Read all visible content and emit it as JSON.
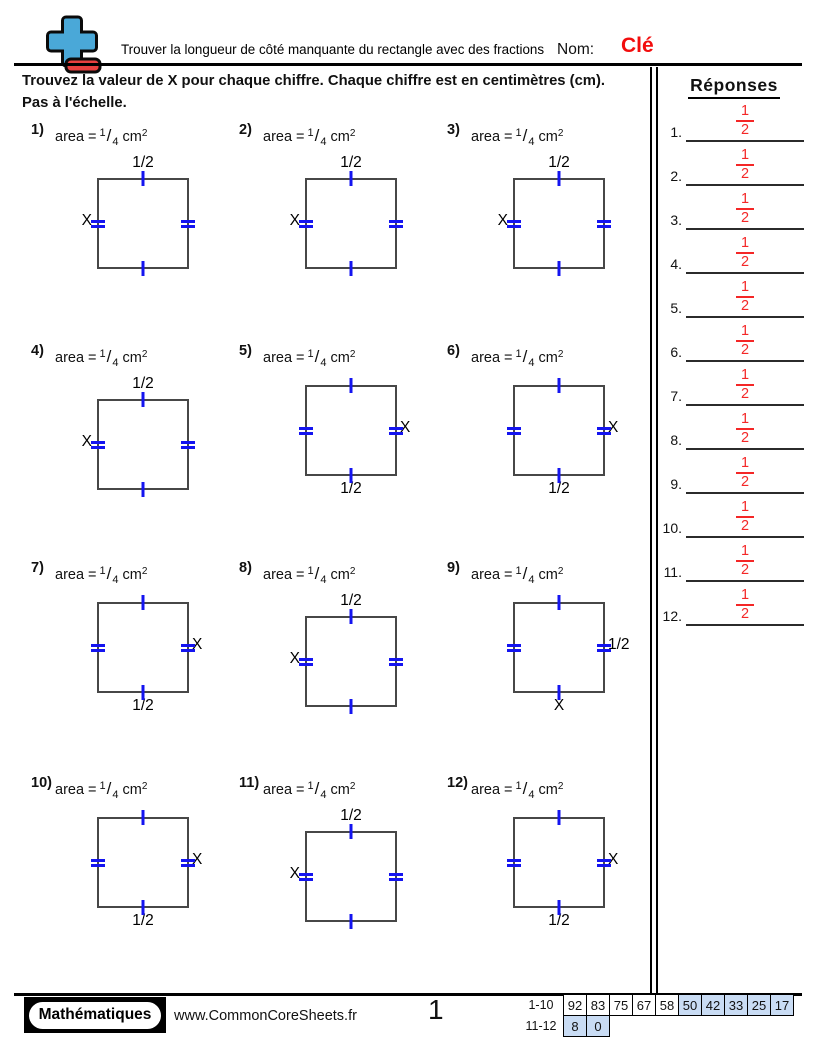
{
  "header": {
    "logo_icon": "plus-minus-logo-icon",
    "worksheet_title": "Trouver la longueur de côté manquante du rectangle avec des fractions",
    "name_label": "Nom:",
    "name_value": "Clé"
  },
  "instructions": {
    "line1": "Trouvez la valeur de X pour chaque chiffre. Chaque chiffre est en centimètres (cm).",
    "line2": "Pas à l'échelle."
  },
  "shared": {
    "area_prefix": "area =",
    "area_numerator": "1",
    "area_slash": "/",
    "area_denominator": "4",
    "area_unit": "cm",
    "area_unit_exponent": "2"
  },
  "problems": [
    {
      "num": "1)",
      "labels": {
        "top": "1/2",
        "left": "X"
      }
    },
    {
      "num": "2)",
      "labels": {
        "top": "1/2",
        "left": "X"
      }
    },
    {
      "num": "3)",
      "labels": {
        "top": "1/2",
        "left": "X"
      }
    },
    {
      "num": "4)",
      "labels": {
        "top": "1/2",
        "left": "X"
      }
    },
    {
      "num": "5)",
      "labels": {
        "bottom": "1/2",
        "right": "X"
      }
    },
    {
      "num": "6)",
      "labels": {
        "bottom": "1/2",
        "right": "X"
      }
    },
    {
      "num": "7)",
      "labels": {
        "bottom": "1/2",
        "right": "X"
      }
    },
    {
      "num": "8)",
      "labels": {
        "top": "1/2",
        "left": "X"
      }
    },
    {
      "num": "9)",
      "labels": {
        "right": "1/2",
        "bottom": "X"
      }
    },
    {
      "num": "10)",
      "labels": {
        "bottom": "1/2",
        "right": "X"
      }
    },
    {
      "num": "11)",
      "labels": {
        "top": "1/2",
        "left": "X"
      }
    },
    {
      "num": "12)",
      "labels": {
        "bottom": "1/2",
        "right": "X"
      }
    }
  ],
  "answers": {
    "title": "Réponses",
    "items": [
      {
        "num": "1.",
        "numerator": "1",
        "denominator": "2"
      },
      {
        "num": "2.",
        "numerator": "1",
        "denominator": "2"
      },
      {
        "num": "3.",
        "numerator": "1",
        "denominator": "2"
      },
      {
        "num": "4.",
        "numerator": "1",
        "denominator": "2"
      },
      {
        "num": "5.",
        "numerator": "1",
        "denominator": "2"
      },
      {
        "num": "6.",
        "numerator": "1",
        "denominator": "2"
      },
      {
        "num": "7.",
        "numerator": "1",
        "denominator": "2"
      },
      {
        "num": "8.",
        "numerator": "1",
        "denominator": "2"
      },
      {
        "num": "9.",
        "numerator": "1",
        "denominator": "2"
      },
      {
        "num": "10.",
        "numerator": "1",
        "denominator": "2"
      },
      {
        "num": "11.",
        "numerator": "1",
        "denominator": "2"
      },
      {
        "num": "12.",
        "numerator": "1",
        "denominator": "2"
      }
    ]
  },
  "footer": {
    "badge": "Mathématiques",
    "website": "www.CommonCoreSheets.fr",
    "page_number": "1",
    "score_table": {
      "rows": [
        {
          "label": "1-10",
          "cells": [
            "92",
            "83",
            "75",
            "67",
            "58",
            "50",
            "42",
            "33",
            "25",
            "17"
          ]
        },
        {
          "label": "11-12",
          "cells": [
            "8",
            "0"
          ]
        }
      ],
      "highlighted_values": [
        "50",
        "42",
        "33",
        "25",
        "17",
        "8",
        "0"
      ]
    }
  },
  "colors": {
    "tick_blue": "#1414f0",
    "answer_red": "#f42727",
    "name_key_red": "#f20d0d",
    "table_highlight_blue": "#c9dcf4",
    "logo_blue": "#4aa8d8",
    "logo_red": "#e8403f"
  }
}
